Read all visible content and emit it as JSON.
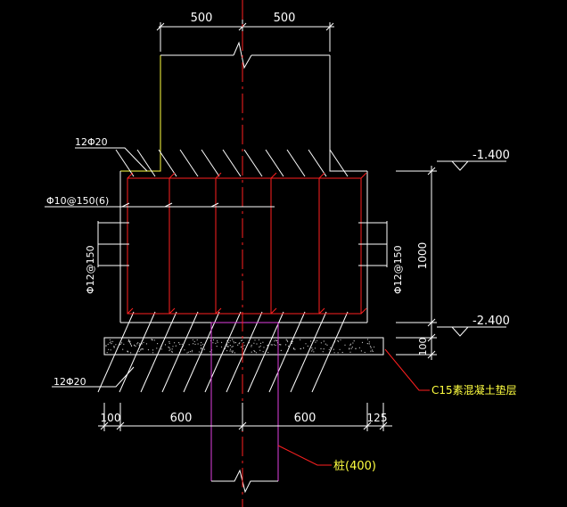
{
  "dimensions": {
    "top_left": "500",
    "top_right": "500",
    "height": "1000",
    "cushion": "100",
    "bottom_left_edge": "100",
    "bottom_left": "600",
    "bottom_right": "600",
    "bottom_right_edge": "125"
  },
  "elevations": {
    "top": "-1.400",
    "bottom": "-2.400"
  },
  "rebar_labels": {
    "top_bars": "12Φ20",
    "stirrups": "Φ10@150(6)",
    "side_left": "Φ12@150",
    "side_right": "Φ12@150",
    "bottom_bars": "12Φ20"
  },
  "annotations": {
    "cushion_layer": "C15素混凝土垫层",
    "pile": "桩(400)"
  },
  "colors": {
    "background": "#000000",
    "line": "#ffffff",
    "rebar": "#ff2020",
    "center_line": "#ff2020",
    "pile": "#e040e0",
    "leader": "#ff2020",
    "annotation_text": "#ffff40",
    "column_edge": "#ffff40"
  }
}
